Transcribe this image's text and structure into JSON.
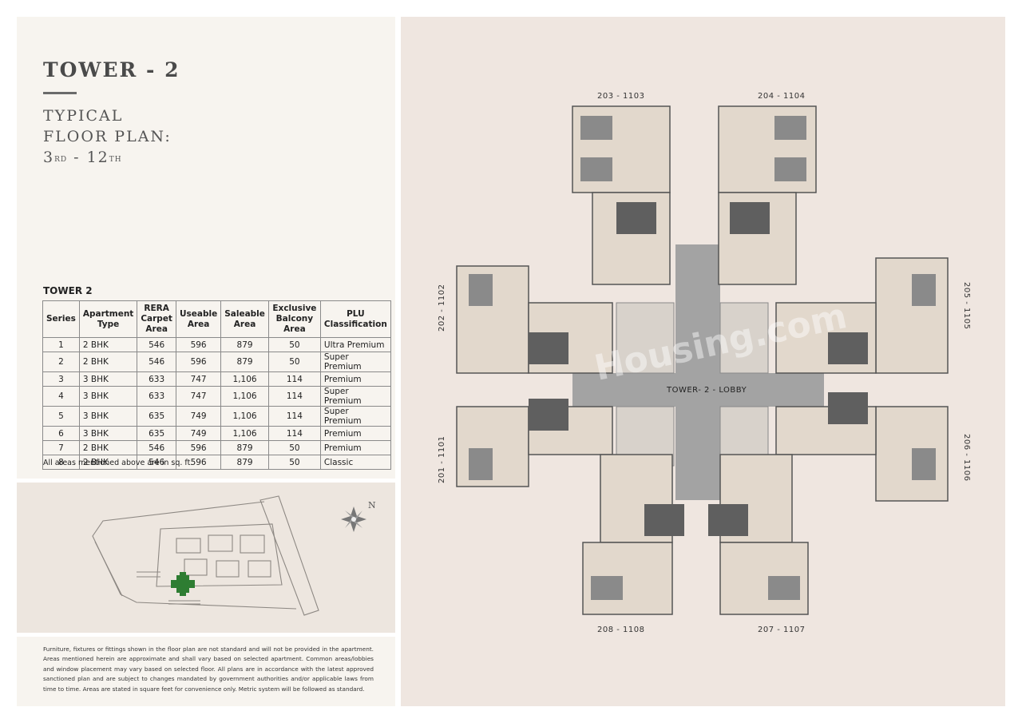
{
  "header": {
    "title": "TOWER - 2",
    "subtitle_line1": "TYPICAL",
    "subtitle_line2": "FLOOR PLAN:",
    "floor_from": "3",
    "floor_from_suffix": "RD",
    "floor_sep": " - ",
    "floor_to": "12",
    "floor_to_suffix": "TH"
  },
  "table": {
    "heading": "TOWER 2",
    "columns": [
      "Series",
      "Apartment Type",
      "RERA Carpet Area",
      "Useable Area",
      "Saleable Area",
      "Exclusive Balcony Area",
      "PLU Classification"
    ],
    "rows": [
      [
        "1",
        "2 BHK",
        "546",
        "596",
        "879",
        "50",
        "Ultra Premium"
      ],
      [
        "2",
        "2 BHK",
        "546",
        "596",
        "879",
        "50",
        "Super Premium"
      ],
      [
        "3",
        "3 BHK",
        "633",
        "747",
        "1,106",
        "114",
        "Premium"
      ],
      [
        "4",
        "3 BHK",
        "633",
        "747",
        "1,106",
        "114",
        "Super Premium"
      ],
      [
        "5",
        "3 BHK",
        "635",
        "749",
        "1,106",
        "114",
        "Super Premium"
      ],
      [
        "6",
        "3 BHK",
        "635",
        "749",
        "1,106",
        "114",
        "Premium"
      ],
      [
        "7",
        "2 BHK",
        "546",
        "596",
        "879",
        "50",
        "Premium"
      ],
      [
        "8",
        "2 BHK",
        "546",
        "596",
        "879",
        "50",
        "Classic"
      ]
    ],
    "note": "All areas mentioned above are in sq. ft."
  },
  "site_plan": {
    "compass_label": "N"
  },
  "disclaimer": "Furniture, fixtures or fittings shown in the floor plan are not standard and will not be provided in the apartment. Areas mentioned herein are approximate and shall vary based on selected apartment. Common areas/lobbies and window placement may vary based on selected floor. All plans are in accordance with the latest approved sanctioned plan and are subject to changes mandated by government authorities and/or applicable laws from time to time. Areas are stated in square feet for convenience only. Metric system will be followed as standard.",
  "floor_plan": {
    "lobby_label": "TOWER- 2 - LOBBY",
    "units": {
      "u203": "203 - 1103",
      "u204": "204 - 1104",
      "u202": "202 - 1102",
      "u205": "205 - 1105",
      "u201": "201 - 1101",
      "u206": "206 - 1106",
      "u208": "208 - 1108",
      "u207": "207 - 1107"
    },
    "watermark": "Housing.com"
  },
  "colors": {
    "panel_light": "#f7f4ef",
    "panel_site": "#ede6df",
    "panel_plan": "#efe6e0",
    "lobby_grey": "#9e9e9e",
    "site_highlight_green": "#2e7d32"
  }
}
